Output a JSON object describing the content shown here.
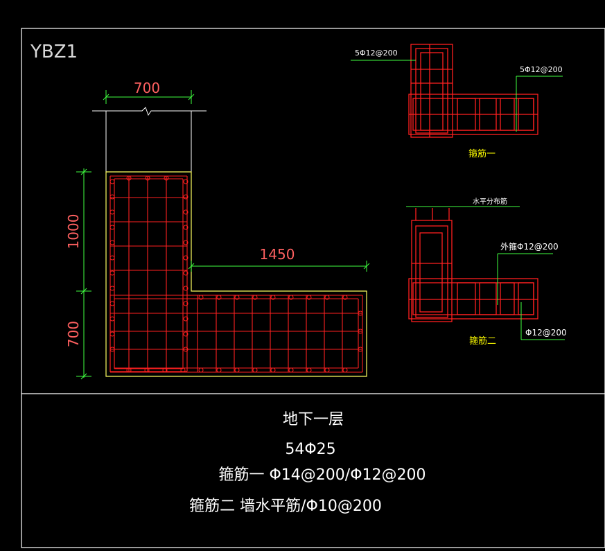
{
  "drawing": {
    "tag": "YBZ1",
    "dims": {
      "top_width": "700",
      "left_upper": "1000",
      "left_lower": "700",
      "right_width": "1450"
    },
    "detail1": {
      "caption": "箍筋一",
      "note_a": "5Φ12@200",
      "note_b": "5Φ12@200"
    },
    "detail2": {
      "caption": "箍筋二",
      "note_top": "水平分布筋",
      "note_outer": "外箍Φ12@200",
      "note_inner": "Φ12@200"
    },
    "notes": {
      "line1": "地下一层",
      "line2": "54Φ25",
      "line3": "箍筋一 Φ14@200/Φ12@200",
      "line4": "箍筋二 墙水平筋/Φ10@200"
    },
    "colors": {
      "frame": "#ffffff",
      "rebar": "#ff2020",
      "dimension": "#40ff40",
      "outline": "#ffff40",
      "dim_text": "#ff6060",
      "label": "#ffff00"
    }
  }
}
